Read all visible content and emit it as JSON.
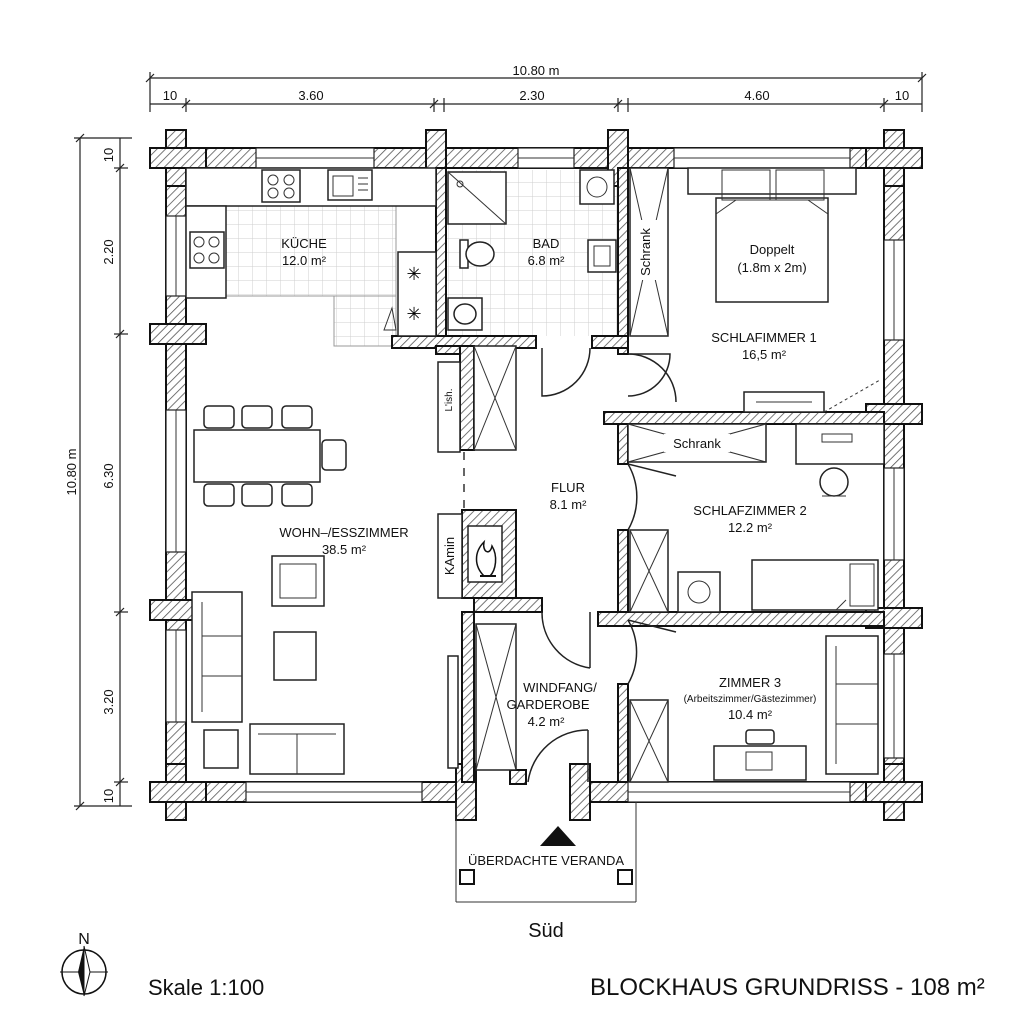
{
  "plan": {
    "title": "BLOCKHAUS GRUNDRISS - 108 m²",
    "scale": "Skale 1:100",
    "north": "N",
    "south": "Süd",
    "veranda": "ÜBERDACHTE VERANDA"
  },
  "dimensions": {
    "top_total": "10.80 m",
    "top_segments": [
      "10",
      "3.60",
      "2.30",
      "4.60",
      "10"
    ],
    "left_total": "10.80 m",
    "left_segments": [
      "10",
      "2.20",
      "6.30",
      "3.20",
      "10"
    ]
  },
  "rooms": {
    "kitchen": {
      "name": "KÜCHE",
      "area": "12.0 m²"
    },
    "bath": {
      "name": "BAD",
      "area": "6.8 m²"
    },
    "bedroom1": {
      "name": "SCHLAFIMMER 1",
      "area": "16,5 m²"
    },
    "double_bed": {
      "name": "Doppelt",
      "size": "(1.8m x 2m)"
    },
    "living": {
      "name": "WOHN–/ESSZIMMER",
      "area": "38.5 m²"
    },
    "hall": {
      "name": "FLUR",
      "area": "8.1 m²"
    },
    "bedroom2": {
      "name": "SCHLAFZIMMER 2",
      "area": "12.2 m²"
    },
    "entry": {
      "name1": "WINDFANG/",
      "name2": "GARDEROBE",
      "area": "4.2 m²"
    },
    "room3": {
      "name": "ZIMMER 3",
      "sub": "(Arbeitszimmer/Gästezimmer)",
      "area": "10.4 m²"
    }
  },
  "labels": {
    "schrank_bath": "Schrank",
    "schrank_bed2": "Schrank",
    "fridge": "L'ish.",
    "fireplace": "KAmin"
  }
}
